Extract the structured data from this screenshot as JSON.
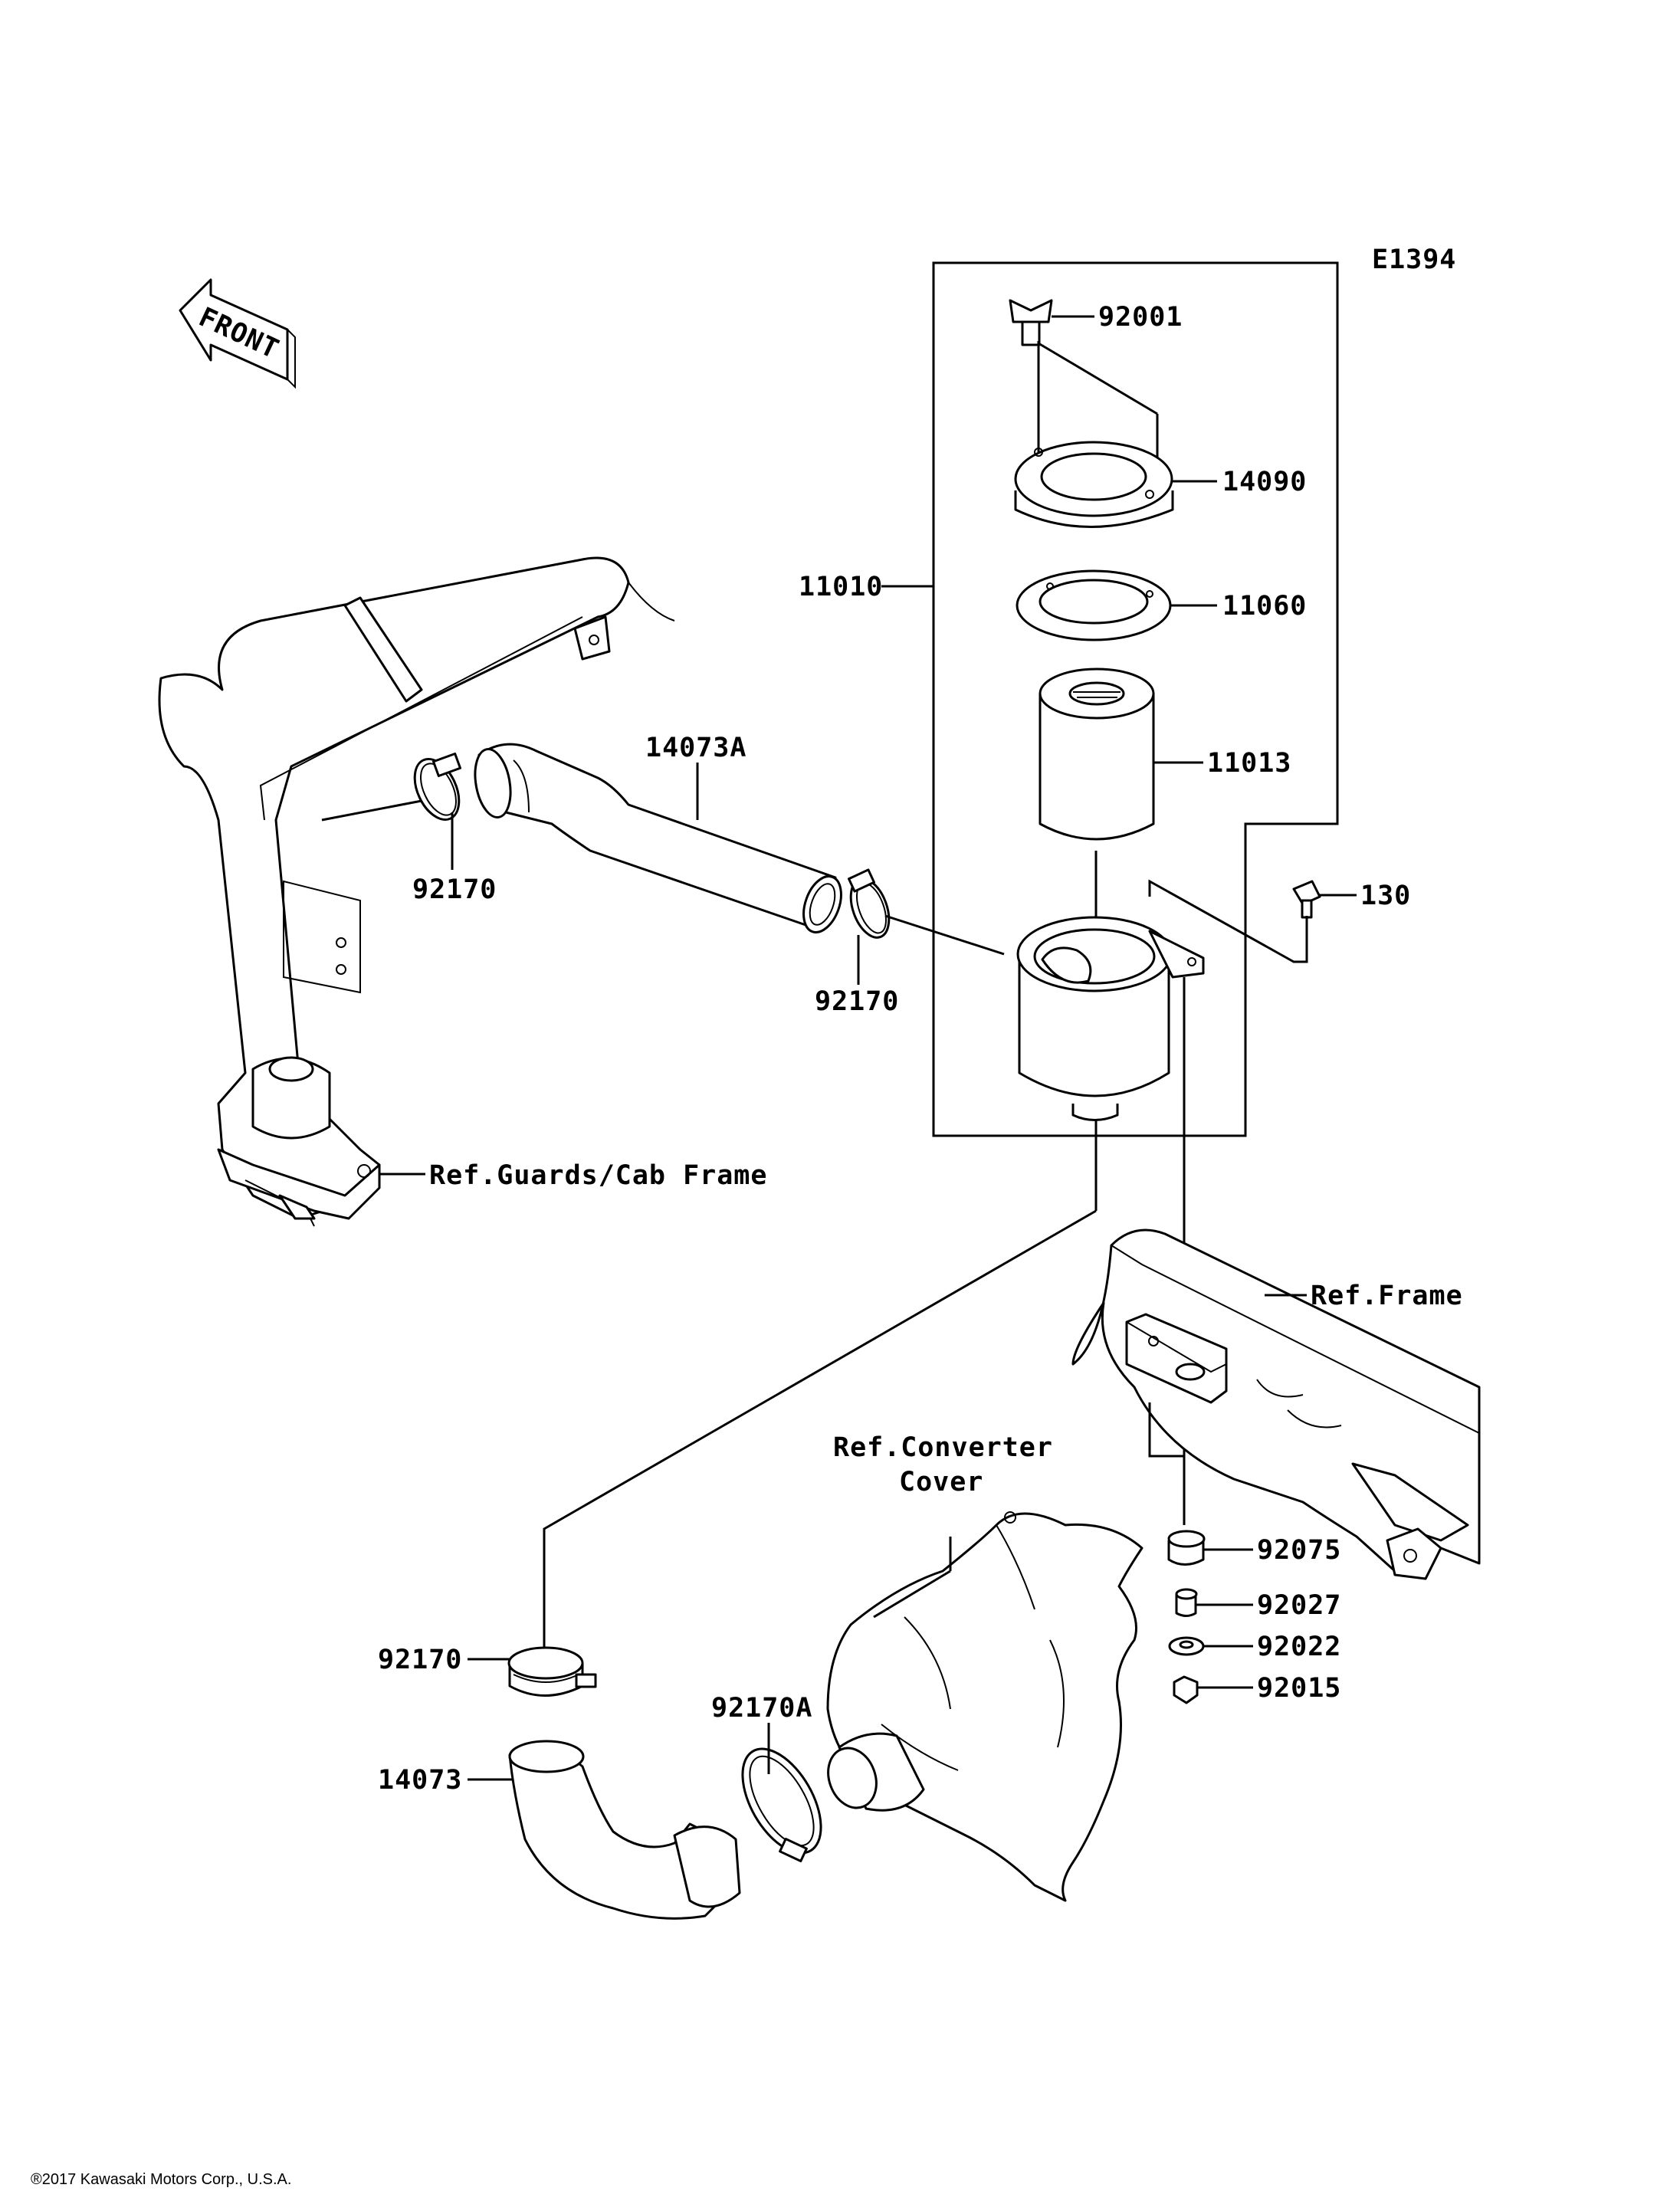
{
  "diagram_code": "E1394",
  "copyright": "®2017 Kawasaki Motors Corp., U.S.A.",
  "front_arrow_text": "FRONT",
  "part_numbers": {
    "wing_bolt": "92001",
    "cover_plate": "14090",
    "air_cleaner_assy": "11010",
    "gasket": "11060",
    "element": "11013",
    "bolt": "130",
    "upper_duct": "14073A",
    "clamp_left": "92170",
    "clamp_mid": "92170",
    "clamp_lower": "92170",
    "clamp_a": "92170A",
    "lower_duct": "14073",
    "damper": "92075",
    "collar": "92027",
    "washer": "92022",
    "nut": "92015"
  },
  "references": {
    "guards_frame": "Ref.Guards/Cab Frame",
    "frame": "Ref.Frame",
    "converter_line1": "Ref.Converter",
    "converter_line2": "Cover"
  }
}
